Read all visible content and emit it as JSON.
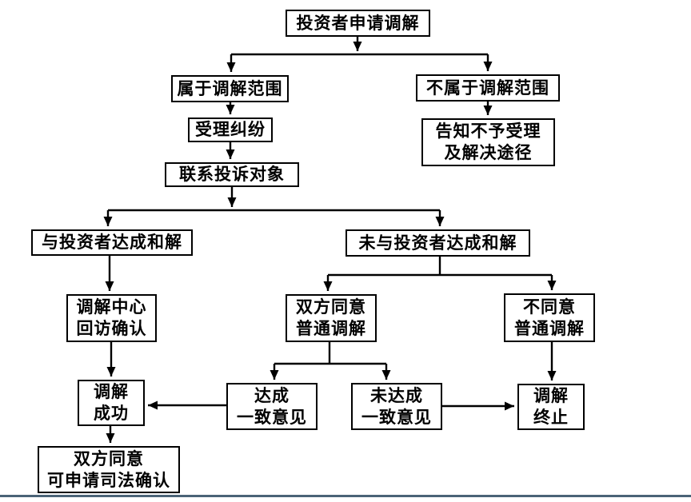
{
  "nodes": {
    "apply": {
      "label": "投资者申请调解"
    },
    "in_scope": {
      "label": "属于调解范围"
    },
    "out_scope": {
      "label": "不属于调解范围"
    },
    "accept": {
      "label": "受理纠纷"
    },
    "notify": {
      "label": "告知不予受理\n及解决途径"
    },
    "contact": {
      "label": "联系投诉对象"
    },
    "settled": {
      "label": "与投资者达成和解"
    },
    "not_settled": {
      "label": "未与投资者达成和解"
    },
    "center_confirm": {
      "label": "调解中心\n回访确认"
    },
    "agree_mediation": {
      "label": "双方同意\n普通调解"
    },
    "disagree_mediation": {
      "label": "不同意\n普通调解"
    },
    "success": {
      "label": "调解\n成功"
    },
    "consensus": {
      "label": "达成\n一致意见"
    },
    "no_consensus": {
      "label": "未达成\n一致意见"
    },
    "terminate": {
      "label": "调解\n终止"
    },
    "judicial": {
      "label": "双方同意\n可申请司法确认"
    }
  },
  "colors": {
    "line": "#000000",
    "box_border": "#000000",
    "text": "#000000",
    "background": "#ffffff",
    "bottom_divider": "#4a6377"
  }
}
